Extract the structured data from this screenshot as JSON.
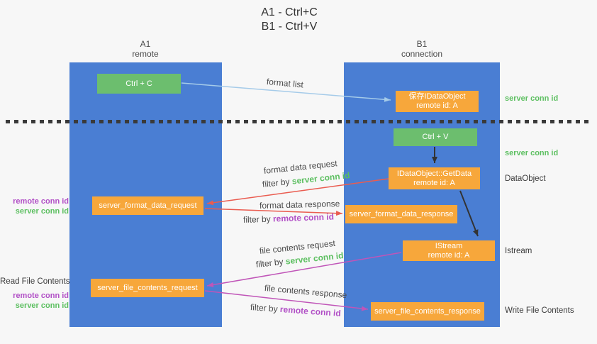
{
  "title": {
    "line1": "A1 - Ctrl+C",
    "line2": "B1 - Ctrl+V"
  },
  "lanes": {
    "left": {
      "name": "A1",
      "subtitle": "remote"
    },
    "right": {
      "name": "B1",
      "subtitle": "connection"
    }
  },
  "nodes": {
    "ctrl_c": "Ctrl + C",
    "ctrl_v": "Ctrl + V",
    "save_dataobject": {
      "line1": "保存IDataObject",
      "line2": "remote id: A"
    },
    "getdata": {
      "line1": "IDataObject::GetData",
      "line2": "remote id: A"
    },
    "format_request": "server_format_data_request",
    "format_response": "server_format_data_response",
    "istream": {
      "line1": "IStream",
      "line2": "remote id: A"
    },
    "file_request": "server_file_contents_request",
    "file_response": "server_file_contents_response"
  },
  "messages": {
    "format_list": "format list",
    "format_data_request": "format data request",
    "filter_server_1": {
      "prefix": "filter by ",
      "key": "server conn id"
    },
    "format_data_response": "format data response",
    "filter_remote_1": {
      "prefix": "filter by ",
      "key": "remote conn id"
    },
    "file_contents_request": "file contents request",
    "filter_server_2": {
      "prefix": "filter by ",
      "key": "server conn id"
    },
    "file_contents_response": "file contents response",
    "filter_remote_2": {
      "prefix": "filter by ",
      "key": "remote conn id"
    }
  },
  "labels": {
    "server_conn_top": "server conn id",
    "server_conn_mid": "server conn id",
    "dataobject": "DataObject",
    "istream": "Istream",
    "write_file_contents": "Write File Contents",
    "remote_conn_1": "remote conn id",
    "server_conn_1": "server conn id",
    "read_file_contents": "Read File Contents",
    "remote_conn_2": "remote conn id",
    "server_conn_2": "server conn id"
  },
  "colors": {
    "lane_blue": "#4a7ed3",
    "green_box": "#6cbe6e",
    "orange_box": "#f7a73b",
    "arrow_blue": "#a5cbe9",
    "arrow_red": "#ea5c50",
    "arrow_magenta": "#c055b8",
    "green_text": "#5cbf60",
    "purple_text": "#b14fc6",
    "divider": "#3a3a3a"
  }
}
